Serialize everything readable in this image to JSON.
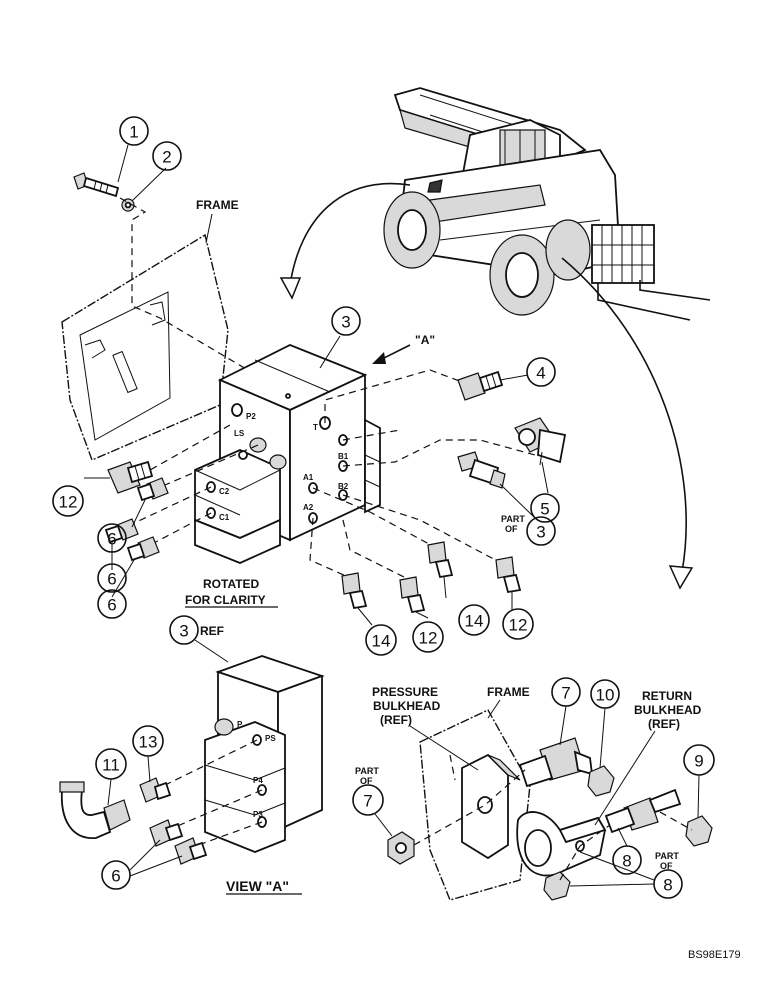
{
  "labels": {
    "frame_top": "FRAME",
    "view_arrow": "\"A\"",
    "rotated": "ROTATED",
    "for_clarity": "FOR CLARITY",
    "ref_3": "REF",
    "pressure_bulkhead": [
      "PRESSURE",
      "BULKHEAD",
      "(REF)"
    ],
    "frame_bottom": "FRAME",
    "return_bulkhead": [
      "RETURN",
      "BULKHEAD",
      "(REF)"
    ],
    "view_a": "VIEW \"A\"",
    "part_of": [
      "PART",
      "OF"
    ],
    "figure_code": "BS98E179"
  },
  "ports": {
    "p2": "P2",
    "ls": "LS",
    "c2": "C2",
    "c1": "C1",
    "t": "T",
    "b1": "B1",
    "a1": "A1",
    "b2": "B2",
    "a2": "A2",
    "p": "P",
    "ps": "PS",
    "p4": "P4",
    "p3": "P3"
  },
  "callouts": {
    "c1": "1",
    "c2": "2",
    "c3_top": "3",
    "c4": "4",
    "c5": "5",
    "c3_part": "3",
    "c12_left": "12",
    "c6_a": "6",
    "c6_b": "6",
    "c6_c": "6",
    "c14_a": "14",
    "c12_b": "12",
    "c14_b": "14",
    "c12_c": "12",
    "c3_ref": "3",
    "c13": "13",
    "c11": "11",
    "c6_d": "6",
    "c7_top": "7",
    "c10": "10",
    "c9": "9",
    "c7_part": "7",
    "c8_a": "8",
    "c8_b": "8"
  }
}
